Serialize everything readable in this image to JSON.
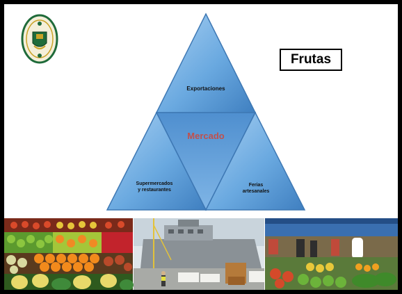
{
  "slide": {
    "title": "Frutas"
  },
  "diagram": {
    "top": "Exportaciones",
    "center": "Mercado",
    "left_line1": "Supermercados",
    "left_line2": "y restaurantes",
    "right_line1": "Ferias",
    "right_line2": "artesanales"
  },
  "colors": {
    "triangle_fill": "#5b9bd5",
    "triangle_light": "#9ec8ee",
    "center_text": "#c0504d",
    "logo_green": "#1f6b3a",
    "logo_gold": "#c9a227"
  },
  "photos": [
    {
      "name": "fruit-stand-photo"
    },
    {
      "name": "port-ship-photo"
    },
    {
      "name": "market-fair-photo"
    }
  ]
}
